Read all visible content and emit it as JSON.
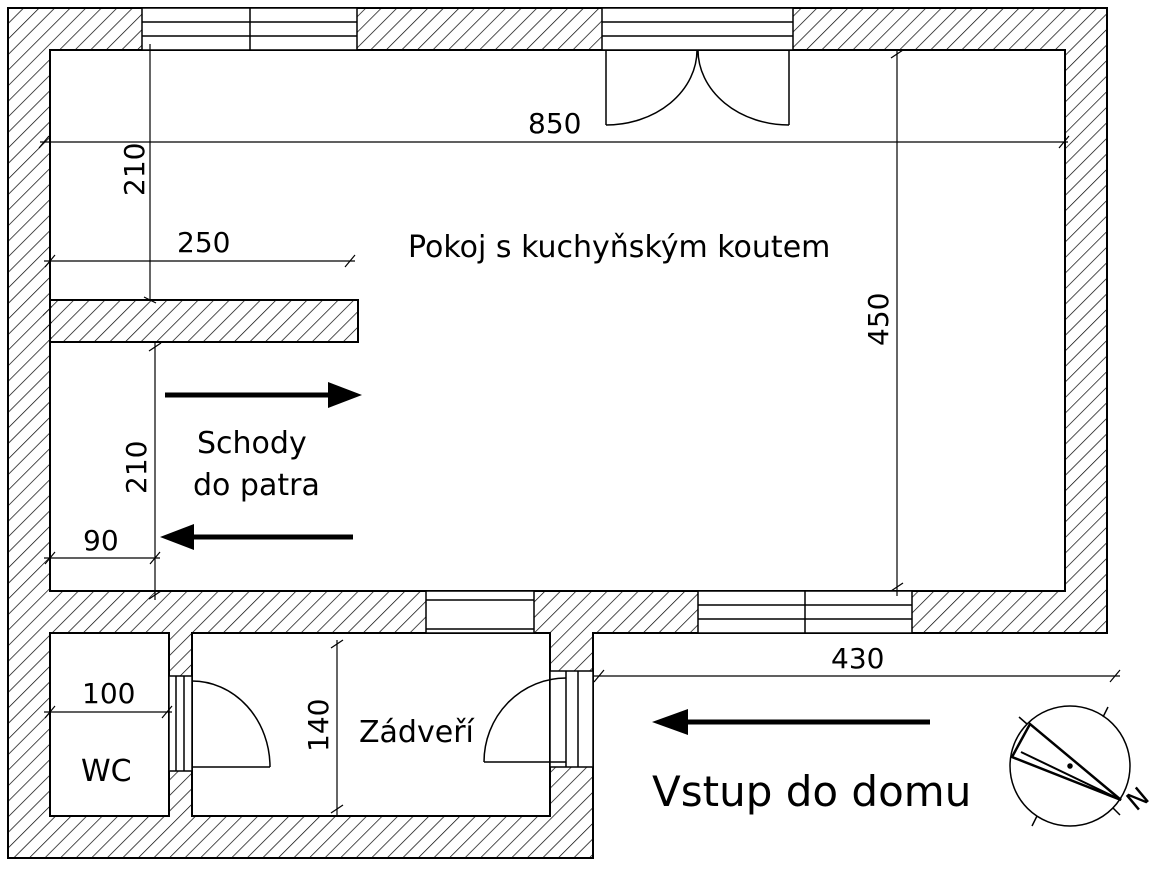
{
  "rooms": {
    "main": "Pokoj s kuchyňským koutem",
    "stairs_line1": "Schody",
    "stairs_line2": "do patra",
    "vestibule": "Zádveří",
    "wc": "WC"
  },
  "entrance": "Vstup do domu",
  "dimensions": {
    "width_total": "850",
    "depth_total": "450",
    "upper_left_height": "210",
    "partition_length": "250",
    "stair_height": "210",
    "stair_width": "90",
    "porch_length": "430",
    "vestibule_height": "140",
    "wc_width": "100"
  },
  "compass": {
    "north_letter": "N"
  },
  "colors": {
    "line": "#000000",
    "background": "#ffffff"
  }
}
